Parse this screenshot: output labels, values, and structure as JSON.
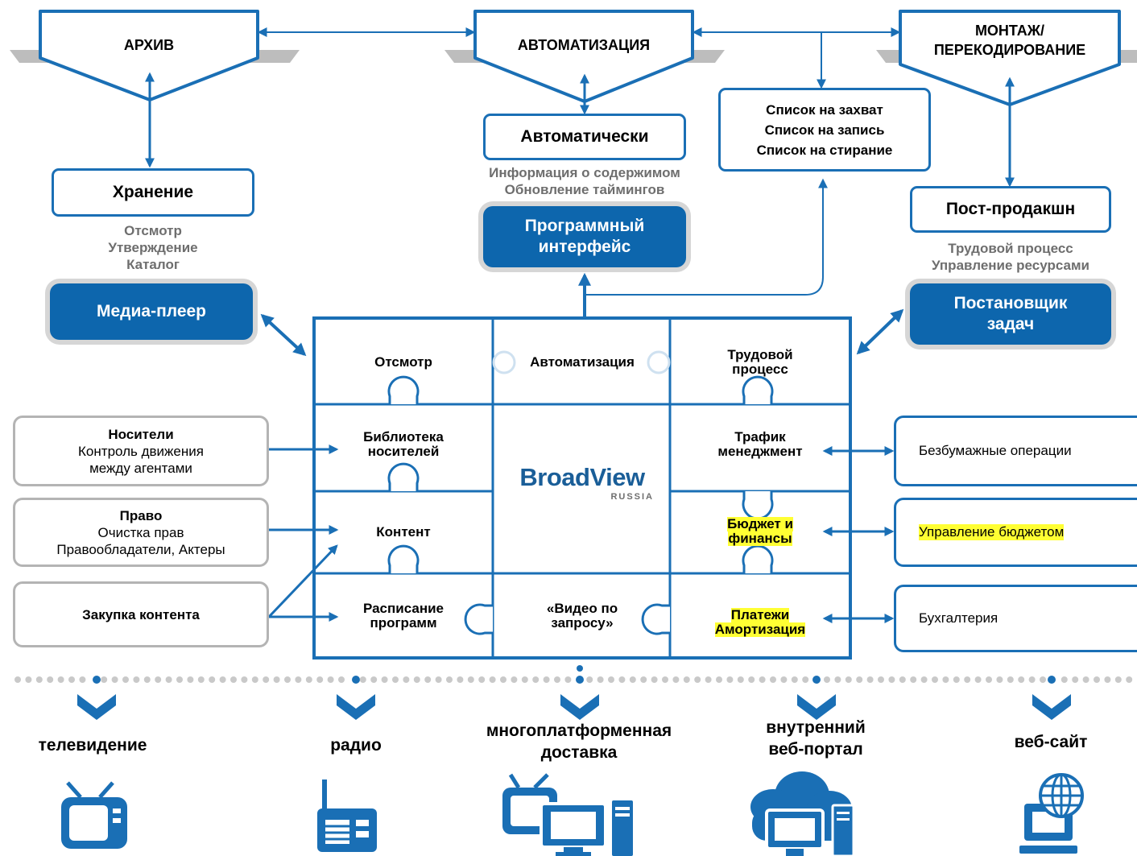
{
  "top_nodes": {
    "archive": "АРХИВ",
    "automation": "АВТОМАТИЗАЦИЯ",
    "editing": [
      "МОНТАЖ/",
      "ПЕРЕКОДИРОВАНИЕ"
    ]
  },
  "storage": {
    "title": "Хранение",
    "items": [
      "Отсмотр",
      "Утверждение",
      "Каталог"
    ]
  },
  "auto": {
    "title": "Автоматически",
    "items": [
      "Информация о содержимом",
      "Обновление таймингов"
    ]
  },
  "lists": [
    "Список на захват",
    "Список на запись",
    "Список на стирание"
  ],
  "post": {
    "title": "Пост-продакшн",
    "items": [
      "Трудовой процесс",
      "Управление ресурсами"
    ]
  },
  "blue_boxes": {
    "media_player": "Медиа-плеер",
    "api": [
      "Программный",
      "интерфейс"
    ],
    "scheduler": [
      "Постановщик",
      "задач"
    ]
  },
  "grid": {
    "review": "Отсмотр",
    "automation": "Автоматизация",
    "workflow": [
      "Трудовой",
      "процесс"
    ],
    "media_library": [
      "Библиотека",
      "носителей"
    ],
    "traffic": [
      "Трафик",
      "менеджмент"
    ],
    "content": "Контент",
    "budget": [
      "Бюджет и",
      "финансы"
    ],
    "schedule": [
      "Расписание",
      "программ"
    ],
    "vod": [
      "«Видео по",
      "запросу»"
    ],
    "payments": [
      "Платежи",
      "Амортизация"
    ],
    "logo": "BroadView",
    "logo_sub": "RUSSIA"
  },
  "left_boxes": {
    "media": {
      "title": "Носители",
      "lines": [
        "Контроль движения",
        "между агентами"
      ]
    },
    "rights": {
      "title": "Право",
      "lines": [
        "Очистка прав",
        "Правообладатели, Актеры"
      ]
    },
    "purchase": "Закупка контента"
  },
  "right_boxes": {
    "paperless": "Безбумажные операции",
    "budget_mgmt": "Управление бюджетом",
    "accounting": "Бухгалтерия"
  },
  "channels": [
    {
      "label": [
        "телевидение"
      ],
      "icon": "tv-icon"
    },
    {
      "label": [
        "радио"
      ],
      "icon": "radio-icon"
    },
    {
      "label": [
        "многоплатформенная",
        "доставка"
      ],
      "icon": "multiplatform-icon"
    },
    {
      "label": [
        "внутренний",
        "веб-портал"
      ],
      "icon": "cloud-computer-icon"
    },
    {
      "label": [
        "веб-сайт"
      ],
      "icon": "globe-computer-icon"
    }
  ],
  "colors": {
    "blue": "#0d66ad",
    "line_blue": "#1a6fb5",
    "highlight": "#ffff33",
    "gray_text": "#6e6e6e"
  }
}
